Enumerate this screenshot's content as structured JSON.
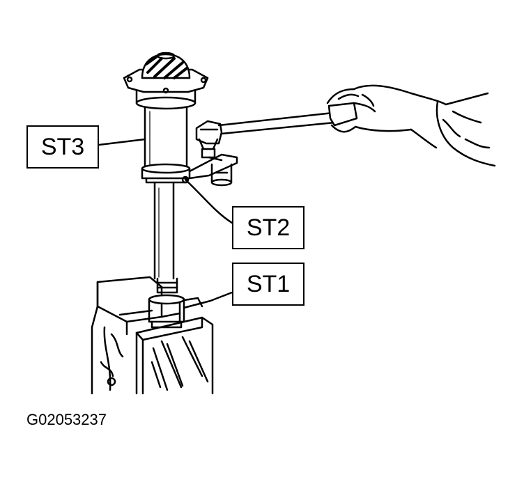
{
  "labels": {
    "st3": "ST3",
    "st2": "ST2",
    "st1": "ST1"
  },
  "figure_code": "G02053237",
  "colors": {
    "line": "#000000",
    "background": "#ffffff"
  }
}
